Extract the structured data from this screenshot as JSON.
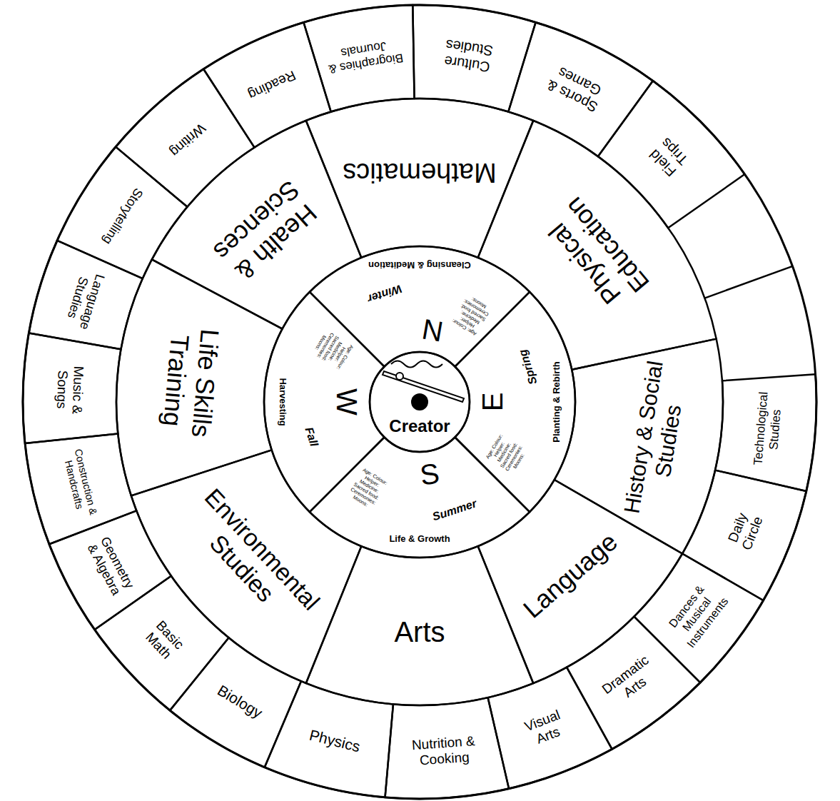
{
  "diagram": {
    "nodes": [
      {
        "text": [
          "Creator"
        ]
      },
      {
        "text": [
          "N",
          "Winter",
          "Cleansing & Meditation",
          "Age: Colour: Helper: Medicine: Sacred food: Ceremonies: Moons:"
        ]
      },
      {
        "text": [
          "E",
          "Spring",
          "Planting & Rebirth",
          "Age: Colour: Helper: Medicine: Sacred food: Ceremonies: Moons:"
        ]
      },
      {
        "text": [
          "S",
          "Summer",
          "Life & Growth",
          "Age: Colour: Helper: Medicine: Sacred food: Ceremonies: Moons:"
        ]
      },
      {
        "text": [
          "W",
          "Fall",
          "Harvesting",
          "Age: Colour: Helper: Medicine: Sacred food: Ceremonies: Moons:"
        ]
      },
      {
        "text": [
          "Mathematics"
        ]
      },
      {
        "text": [
          "Physical Education"
        ]
      },
      {
        "text": [
          "History & Social Studies"
        ]
      },
      {
        "text": [
          "Language"
        ]
      },
      {
        "text": [
          "Arts"
        ]
      },
      {
        "text": [
          "Environmental Studies"
        ]
      },
      {
        "text": [
          "Life Skills Training"
        ]
      },
      {
        "text": [
          "Health & Sciences"
        ]
      },
      {
        "text": [
          "Culture Studies"
        ]
      },
      {
        "text": [
          "Sports & Games"
        ]
      },
      {
        "text": [
          "Field Trips"
        ]
      },
      {
        "text": [
          "Technological Studies"
        ]
      },
      {
        "text": [
          "Daily Circle"
        ]
      },
      {
        "text": [
          "Dances & Musical Instruments"
        ]
      },
      {
        "text": [
          "Dramatic Arts"
        ]
      },
      {
        "text": [
          "Visual Arts"
        ]
      },
      {
        "text": [
          "Nutrition & Cooking"
        ]
      },
      {
        "text": [
          "Physics"
        ]
      },
      {
        "text": [
          "Biology"
        ]
      },
      {
        "text": [
          "Basic Math"
        ]
      },
      {
        "text": [
          "Geometry & Algebra"
        ]
      },
      {
        "text": [
          "Construction & Handcrafts"
        ]
      },
      {
        "text": [
          "Music & Songs"
        ]
      },
      {
        "text": [
          "Language Studies"
        ]
      },
      {
        "text": [
          "Storytelling"
        ]
      },
      {
        "text": [
          "Writing"
        ]
      },
      {
        "text": [
          "Reading"
        ]
      },
      {
        "text": [
          "Biographies & Journals"
        ]
      }
    ]
  }
}
